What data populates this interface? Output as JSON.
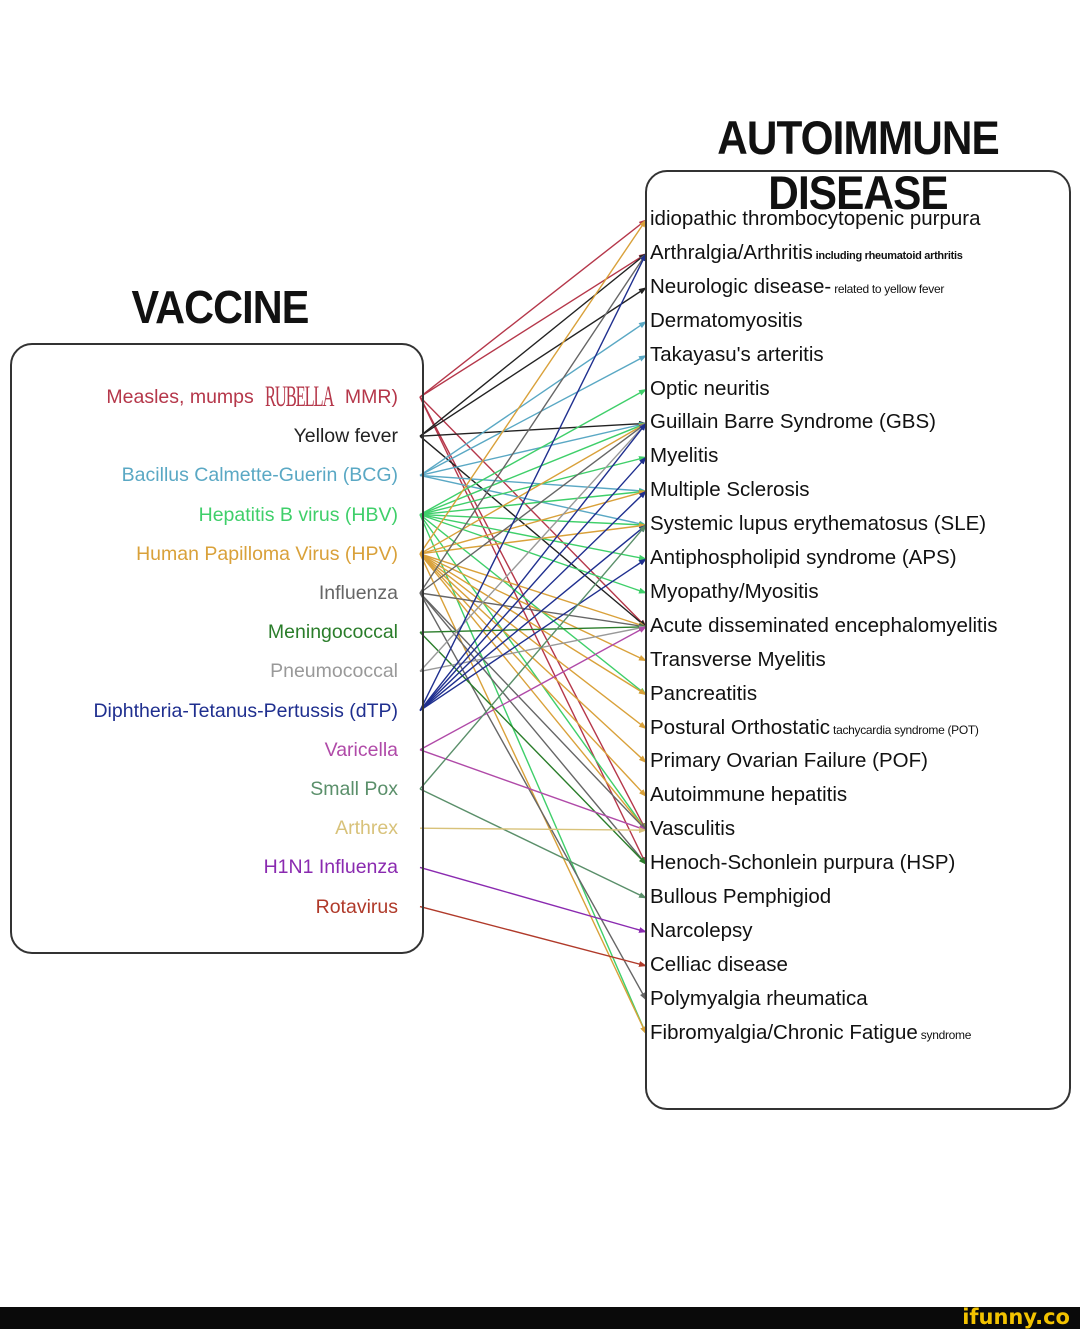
{
  "titles": {
    "vaccine": "VACCINE",
    "disease": "AUTOIMMUNE DISEASE"
  },
  "vaccines": [
    {
      "id": "mmr",
      "parts": [
        "Measles, mumps ",
        "RUBELLA",
        " MMR)"
      ],
      "color": "#b5374a"
    },
    {
      "id": "yellow",
      "text": "Yellow fever",
      "color": "#222222"
    },
    {
      "id": "bcg",
      "text": "Bacillus Calmette-Guerin (BCG)",
      "color": "#5aa8c4"
    },
    {
      "id": "hbv",
      "text": "Hepatitis B virus (HBV)",
      "color": "#3fcf6a"
    },
    {
      "id": "hpv",
      "text": "Human Papilloma Virus (HPV)",
      "color": "#d9a13a"
    },
    {
      "id": "flu",
      "text": "Influenza",
      "color": "#666666"
    },
    {
      "id": "mening",
      "text": "Meningococcal",
      "color": "#2a7d2a"
    },
    {
      "id": "pneumo",
      "text": "Pneumococcal",
      "color": "#999999"
    },
    {
      "id": "dtp",
      "text": "Diphtheria-Tetanus-Pertussis (dTP)",
      "color": "#1f2f8f"
    },
    {
      "id": "varicella",
      "text": "Varicella",
      "color": "#b04aa8"
    },
    {
      "id": "smallpox",
      "text": "Small Pox",
      "color": "#5a8f6a"
    },
    {
      "id": "arthrex",
      "text": "Arthrex",
      "color": "#d8c27a"
    },
    {
      "id": "h1n1",
      "text": "H1N1 Influenza",
      "color": "#8a2ab0"
    },
    {
      "id": "rota",
      "text": "Rotavirus",
      "color": "#b03a2a"
    }
  ],
  "diseases": [
    {
      "main": "idiopathic thrombocytopenic purpura"
    },
    {
      "main": "Arthralgia/Arthritis",
      "small": " including rheumatoid arthritis",
      "style": "bold"
    },
    {
      "main": "Neurologic disease-",
      "small": " related to yellow fever"
    },
    {
      "main": "Dermatomyositis"
    },
    {
      "main": "Takayasu's arteritis"
    },
    {
      "main": "Optic neuritis"
    },
    {
      "main": "Guillain Barre Syndrome (GBS)"
    },
    {
      "main": "Myelitis"
    },
    {
      "main": "Multiple Sclerosis"
    },
    {
      "main": "Systemic lupus erythematosus (SLE)"
    },
    {
      "main": "Antiphospholipid syndrome (APS)"
    },
    {
      "main": "Myopathy/Myositis"
    },
    {
      "main": "Acute disseminated encephalomyelitis"
    },
    {
      "main": "Transverse Myelitis"
    },
    {
      "main": "Pancreatitis"
    },
    {
      "main": "Postural Orthostatic",
      "small": " tachycardia syndrome (POT)"
    },
    {
      "main": "Primary Ovarian Failure (POF)"
    },
    {
      "main": "Autoimmune hepatitis"
    },
    {
      "main": "Vasculitis"
    },
    {
      "main": "Henoch-Schonlein purpura (HSP)"
    },
    {
      "main": "Bullous Pemphigiod"
    },
    {
      "main": "Narcolepsy"
    },
    {
      "main": "Celliac disease"
    },
    {
      "main": "Polymyalgia rheumatica"
    },
    {
      "main": "Fibromyalgia/Chronic Fatigue",
      "small": " syndrome"
    }
  ],
  "links": [
    [
      "mmr",
      0
    ],
    [
      "mmr",
      1
    ],
    [
      "mmr",
      12
    ],
    [
      "mmr",
      18
    ],
    [
      "mmr",
      19
    ],
    [
      "yellow",
      1
    ],
    [
      "yellow",
      2
    ],
    [
      "yellow",
      6
    ],
    [
      "yellow",
      12
    ],
    [
      "bcg",
      3
    ],
    [
      "bcg",
      4
    ],
    [
      "bcg",
      6
    ],
    [
      "bcg",
      8
    ],
    [
      "bcg",
      9
    ],
    [
      "hbv",
      5
    ],
    [
      "hbv",
      6
    ],
    [
      "hbv",
      7
    ],
    [
      "hbv",
      8
    ],
    [
      "hbv",
      9
    ],
    [
      "hbv",
      10
    ],
    [
      "hbv",
      11
    ],
    [
      "hbv",
      14
    ],
    [
      "hbv",
      18
    ],
    [
      "hbv",
      24
    ],
    [
      "hpv",
      0
    ],
    [
      "hpv",
      6
    ],
    [
      "hpv",
      8
    ],
    [
      "hpv",
      9
    ],
    [
      "hpv",
      12
    ],
    [
      "hpv",
      13
    ],
    [
      "hpv",
      14
    ],
    [
      "hpv",
      15
    ],
    [
      "hpv",
      16
    ],
    [
      "hpv",
      17
    ],
    [
      "hpv",
      18
    ],
    [
      "hpv",
      24
    ],
    [
      "flu",
      1
    ],
    [
      "flu",
      6
    ],
    [
      "flu",
      12
    ],
    [
      "flu",
      18
    ],
    [
      "flu",
      19
    ],
    [
      "flu",
      23
    ],
    [
      "mening",
      12
    ],
    [
      "mening",
      19
    ],
    [
      "pneumo",
      6
    ],
    [
      "pneumo",
      12
    ],
    [
      "dtp",
      1
    ],
    [
      "dtp",
      6
    ],
    [
      "dtp",
      7
    ],
    [
      "dtp",
      8
    ],
    [
      "dtp",
      9
    ],
    [
      "dtp",
      10
    ],
    [
      "varicella",
      12
    ],
    [
      "varicella",
      18
    ],
    [
      "smallpox",
      9
    ],
    [
      "smallpox",
      20
    ],
    [
      "arthrex",
      18
    ],
    [
      "h1n1",
      21
    ],
    [
      "rota",
      22
    ]
  ],
  "footer": {
    "logo": "ifunny.co"
  }
}
